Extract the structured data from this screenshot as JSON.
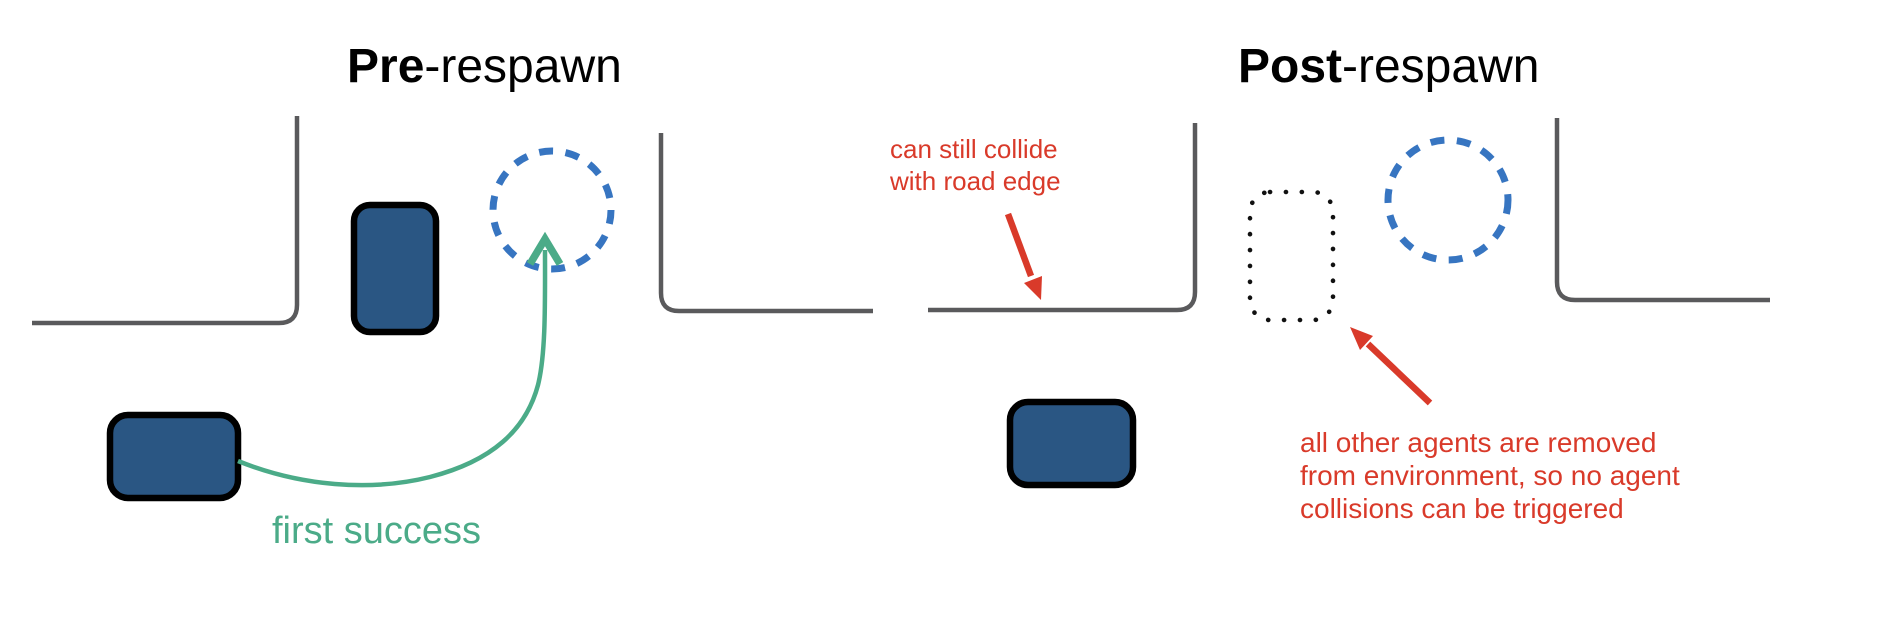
{
  "left_panel": {
    "title_bold": "Pre",
    "title_rest": "-respawn",
    "success_label": "first success"
  },
  "right_panel": {
    "title_bold": "Post",
    "title_rest": "-respawn",
    "road_collision_note": {
      "line1": "can still collide",
      "line2": "with road edge"
    },
    "removed_agents_note": {
      "line1": "all other agents are removed",
      "line2": "from environment, so no agent",
      "line3": "collisions can be triggered"
    }
  },
  "colors": {
    "agent_fill": "#2A5683",
    "agent_border": "#000000",
    "goal_dash": "#3775C1",
    "road_edge": "#5A5A5C",
    "success_green": "#4BAB88",
    "warning_red": "#D93A2A",
    "removed_agent_dots": "#111111",
    "title_text": "#000000",
    "background": "#FFFFFF"
  }
}
